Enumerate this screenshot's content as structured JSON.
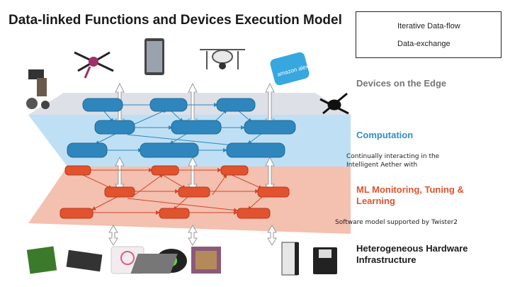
{
  "title": "Data-linked Functions and Devices Execution Model",
  "legend": {
    "iterative_label": "Iterative Data-flow",
    "exchange_label": "Data-exchange"
  },
  "layers": {
    "edge": "Devices on the Edge",
    "computation": "Computation",
    "ml": "ML Monitoring, Tuning & Learning",
    "hardware": "Heterogeneous Hardware Infrastructure"
  },
  "notes": {
    "aether": "Continually interacting in the Intelligent Aether with",
    "twister": "Software model supported by Twister2"
  },
  "devices": {
    "alexa_text": "amazon alexa"
  },
  "colors": {
    "computation_plane": "#bfe0f4",
    "computation_node": "#2f86bd",
    "ml_plane": "#f4c0b0",
    "ml_node": "#e2522e",
    "edge_plane": "#d7dbe3",
    "iterative_blue": "#3b8fd0",
    "iterative_red": "#e04a2a"
  }
}
